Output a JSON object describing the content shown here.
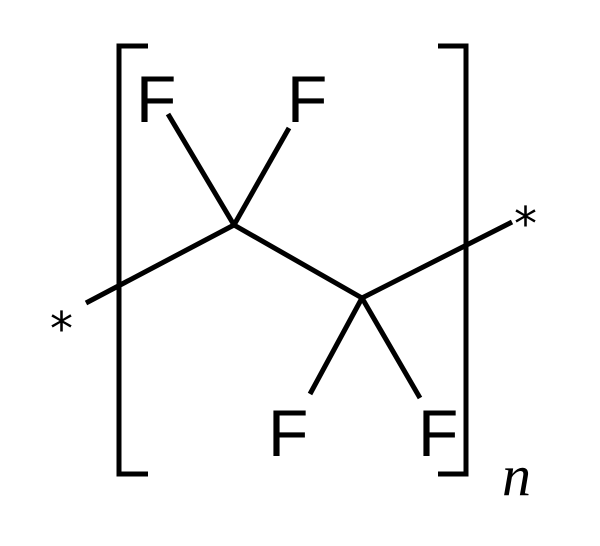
{
  "structure": {
    "atoms": [
      {
        "label": "F"
      },
      {
        "label": "F"
      },
      {
        "label": "F"
      },
      {
        "label": "F"
      }
    ],
    "end_groups": [
      {
        "label": "*"
      },
      {
        "label": "*"
      }
    ],
    "repeat_subscript": "n"
  },
  "colors": {
    "ink": "#000000",
    "background": "#ffffff"
  }
}
